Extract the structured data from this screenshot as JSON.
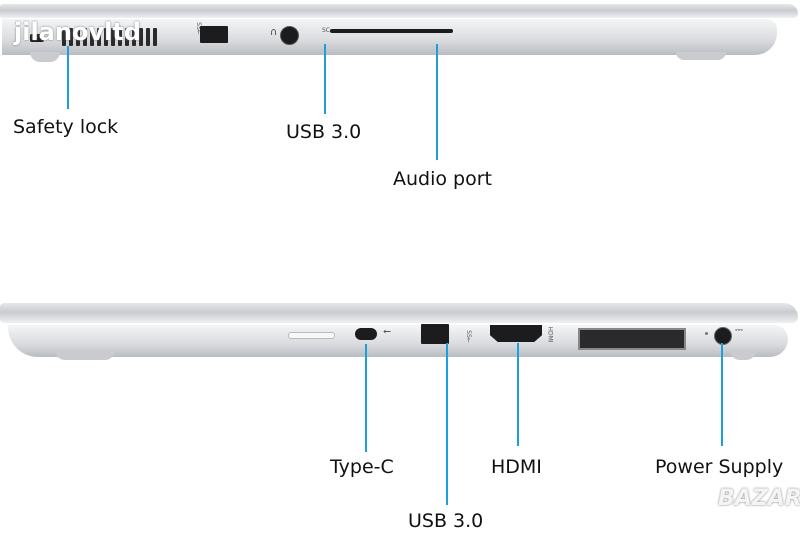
{
  "watermark": {
    "top_left": "jilanovltd",
    "bottom_right": "BAZAR"
  },
  "top_view": {
    "labels": {
      "safety_lock": "Safety lock",
      "usb": "USB 3.0",
      "audio": "Audio port"
    },
    "port_marks": {
      "sd": "SC",
      "usb": "SS←"
    }
  },
  "bottom_view": {
    "labels": {
      "type_c": "Type-C",
      "usb": "USB 3.0",
      "hdmi": "HDMI",
      "power": "Power Supply"
    },
    "port_marks": {
      "hdmi": "HDMI",
      "usb": "SS←"
    }
  },
  "colors": {
    "leader": "#1e9fdc"
  }
}
